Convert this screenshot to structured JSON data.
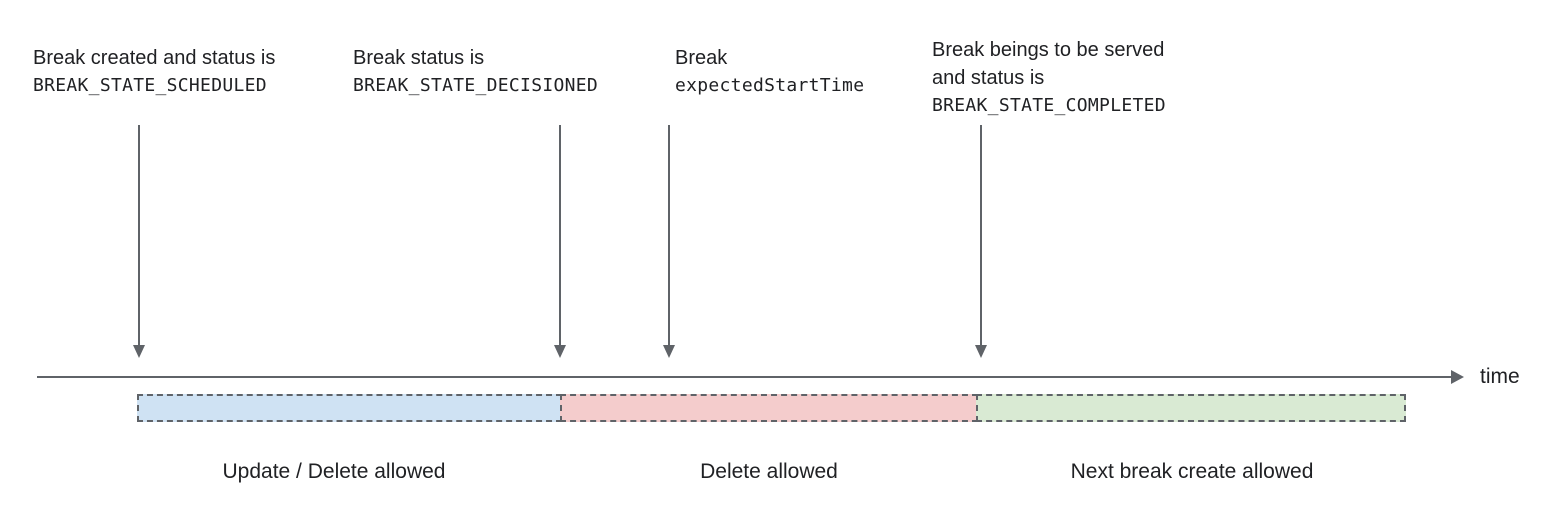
{
  "annotations": [
    {
      "text": "Break created and status is",
      "code": "BREAK_STATE_SCHEDULED"
    },
    {
      "text": "Break status is",
      "code": "BREAK_STATE_DECISIONED"
    },
    {
      "text": "Break",
      "code": "expectedStartTime"
    },
    {
      "text": "Break beings to be served",
      "text2": "and status is",
      "code": "BREAK_STATE_COMPLETED"
    }
  ],
  "timeline": {
    "axis_label": "time"
  },
  "segments": [
    {
      "label": "Update / Delete allowed",
      "color": "#cfe2f3"
    },
    {
      "label": "Delete allowed",
      "color": "#f4cccc"
    },
    {
      "label": "Next break create allowed",
      "color": "#d9ead3"
    }
  ],
  "colors": {
    "arrow_and_border": "#5f6368",
    "text": "#202124",
    "segment_blue": "#cfe2f3",
    "segment_pink": "#f4cccc",
    "segment_green": "#d9ead3"
  }
}
